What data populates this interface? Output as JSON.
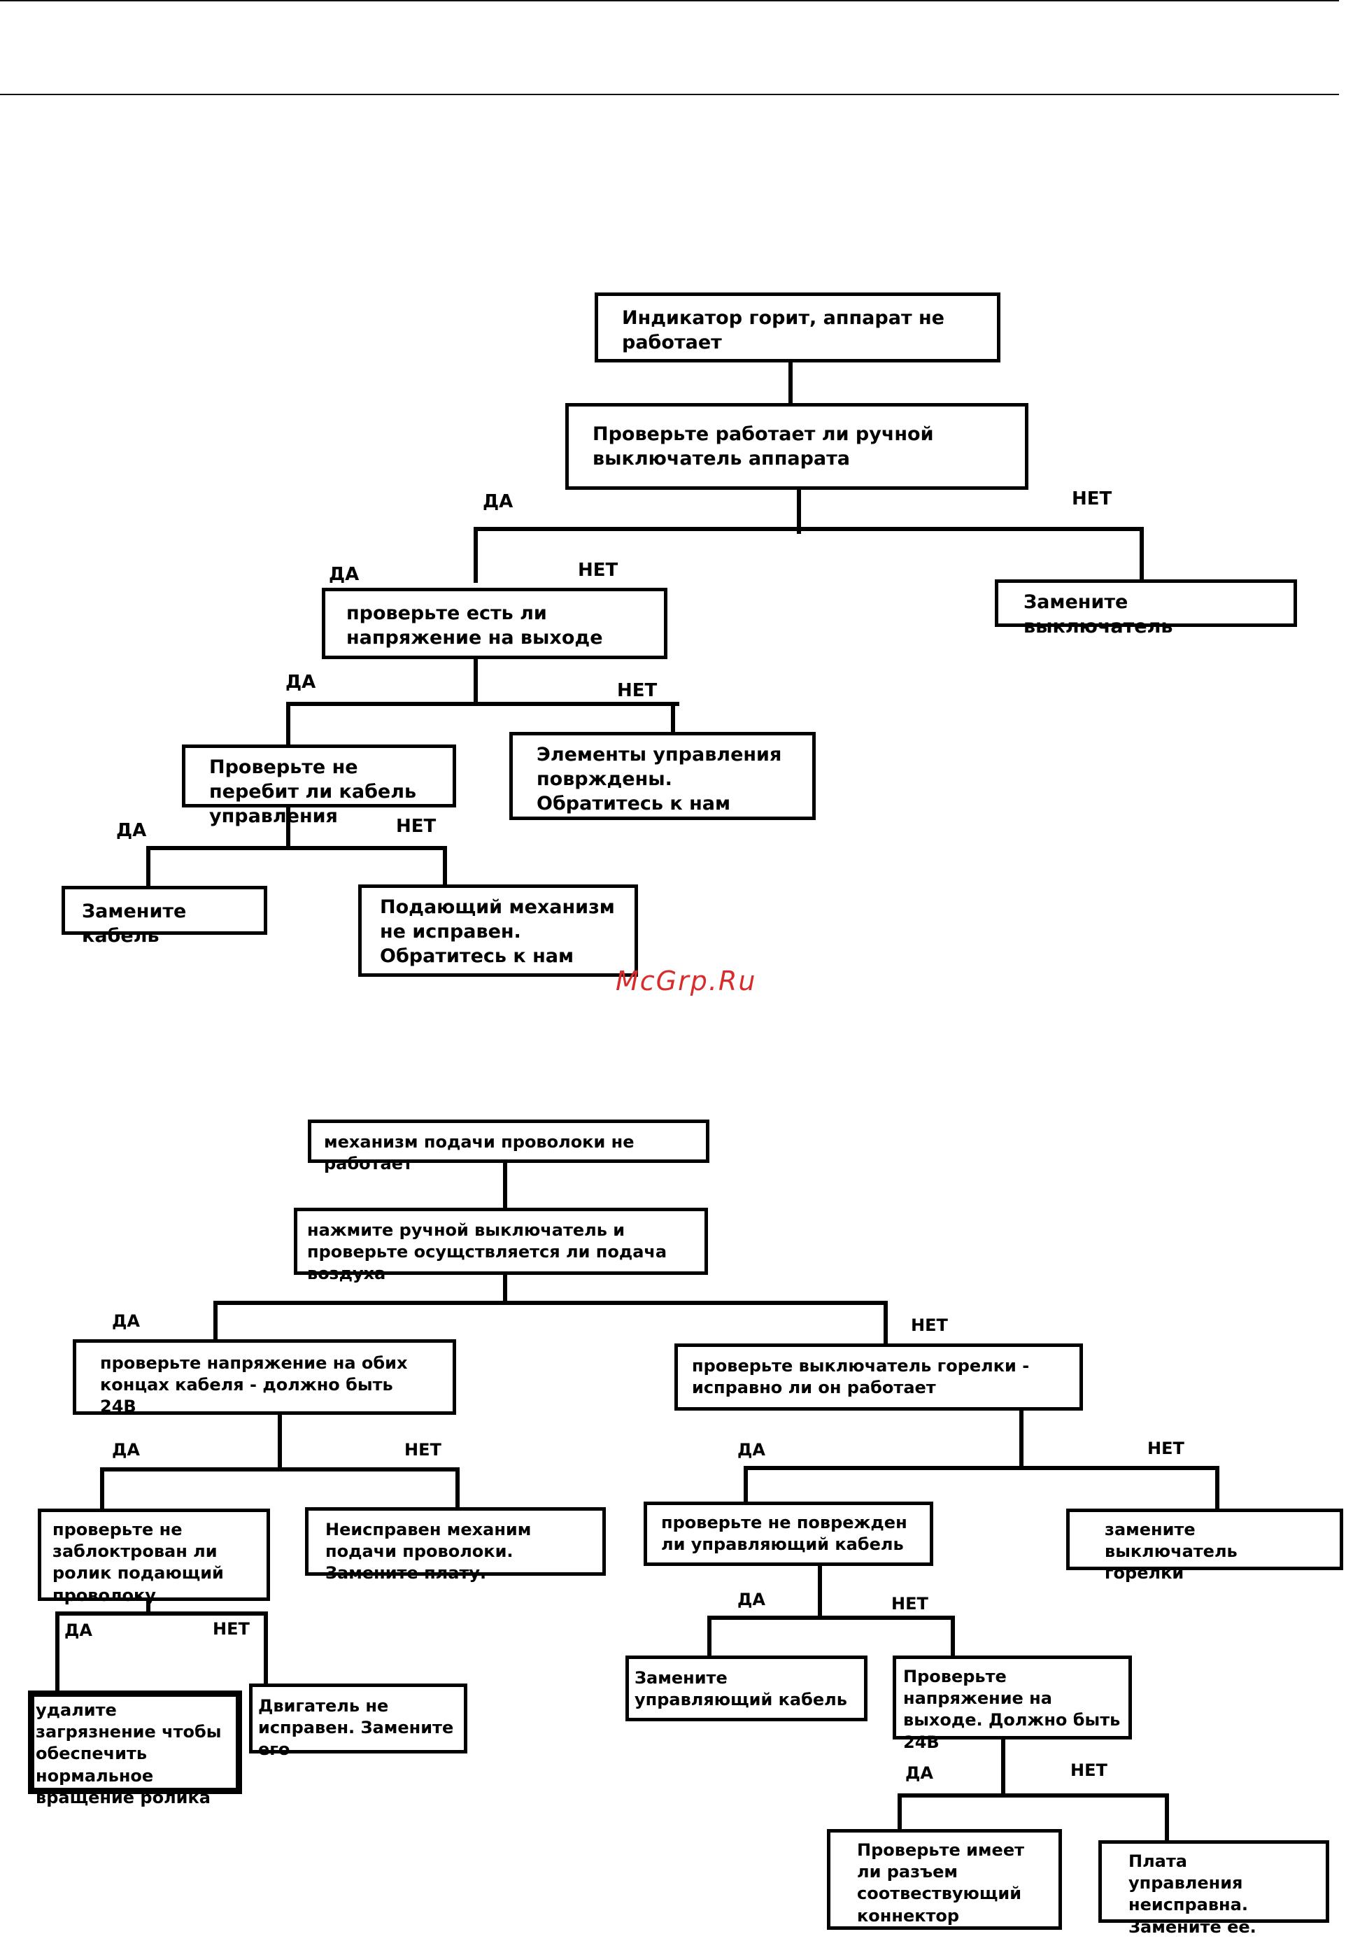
{
  "watermark": "McGrp.Ru",
  "diagram1": {
    "root": "Индикатор          горит, аппарат не работает",
    "check_switch": "Проверьте работает ли ручной выключатель аппарата",
    "replace_switch": "Замените выключатель",
    "check_voltage": "проверьте есть ли напряжение на выходе",
    "check_cable": "Проверьте не перебит ли кабель управления",
    "controls_damaged": "Элементы управления поврждены. Обратитесь к нам",
    "replace_cable": "Замените кабель",
    "feeder_broken": "Подающий механизм не исправен. Обратитесь к нам",
    "yes_label": "ДА",
    "no_label": "НЕТ"
  },
  "diagram2": {
    "root": "механизм подачи проволоки не работает",
    "press_switch": "нажмите ручной выключатель и проверьте осущствляется ли подача воздуха",
    "check_voltage_ends": "проверьте напряжение на обих концах кабеля  - должно быть 24В",
    "check_torch_switch": "проверьте выключатель горелки - исправно ли он работает",
    "check_roller": "проверьте не заблоктрован ли ролик подающий проволоку",
    "feeder_faulty": "Неисправен механим подачи проволоки. Замените плату.",
    "check_control_cable": "проверьте не поврежден ли управляющий кабель",
    "replace_torch_switch": "замените выключатель горелки",
    "remove_dirt": "удалите загрязнение чтобы обеспечить нормальное вращение ролика",
    "motor_faulty": "Двигатель не исправен. Замените его",
    "replace_control_cable": "Замените управляющий кабель",
    "check_output_voltage": "Проверьте напряжение на выходе. Должно быть 24В",
    "check_connector": "Проверьте имеет ли разъем соотвествующий коннектор",
    "board_faulty": "Плата управления неисправна. Замените ее.",
    "yes_label": "ДА",
    "no_label": "НЕТ"
  }
}
